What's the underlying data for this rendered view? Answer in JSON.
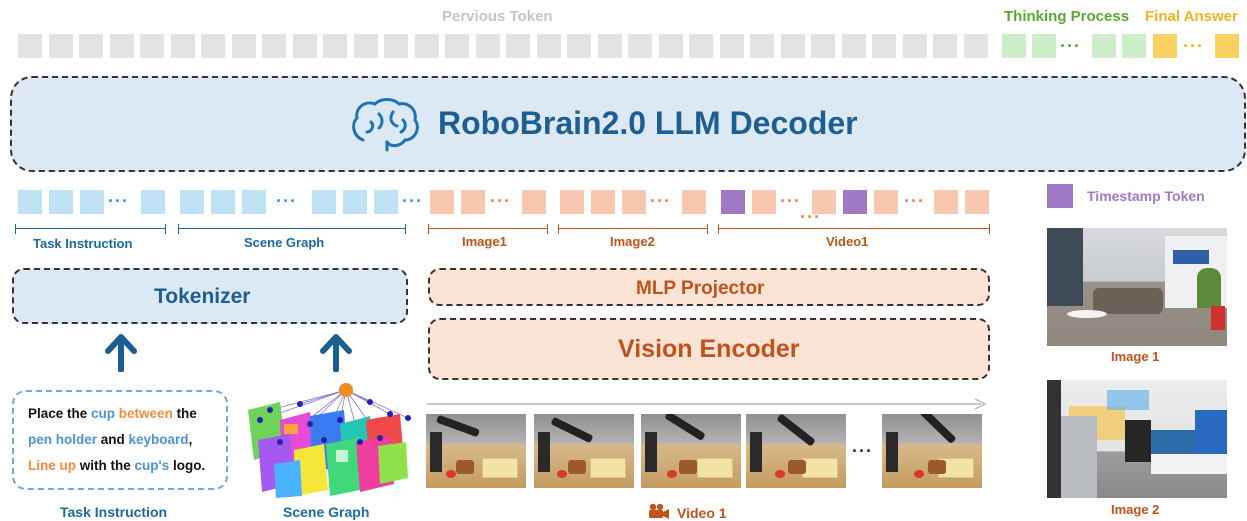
{
  "top": {
    "previous_token_label": "Pervious Token",
    "thinking_label": "Thinking Process",
    "final_label": "Final Answer",
    "colors": {
      "thinking": "#5aa832",
      "final": "#f3b21f",
      "previous": "#c4c4c4"
    }
  },
  "decoder": {
    "title": "RoboBrain2.0 LLM Decoder",
    "icon": "brain-icon",
    "title_color": "#1d5e93",
    "fill": "#dce9f5"
  },
  "token_row": {
    "dots": "···",
    "segments": [
      "Task Instruction",
      "Scene Graph",
      "Image1",
      "Image2",
      "Video1"
    ],
    "colors": {
      "text": "#1b69a0",
      "vision": "#c1521a",
      "timestamp": "#a079c4"
    }
  },
  "legend": {
    "timestamp_label": "Timestamp Token"
  },
  "tokenizer": {
    "label": "Tokenizer"
  },
  "mlp": {
    "label": "MLP Projector"
  },
  "vision_encoder": {
    "label": "Vision Encoder"
  },
  "task_box": {
    "l1_a": "Place the ",
    "l1_b": "cup",
    "l1_c": " between",
    "l1_d": " the",
    "l2_a": "pen holder",
    "l2_b": " and ",
    "l2_c": "keyboard",
    "l2_d": ",",
    "l3_a": "Line up",
    "l3_b": " with the ",
    "l3_c": "cup's",
    "l3_d": " logo."
  },
  "bottom_labels": {
    "task_instruction": "Task Instruction",
    "scene_graph": "Scene Graph",
    "video": "Video 1",
    "video_icon": "video-camera-icon"
  },
  "images": {
    "image1": "Image 1",
    "image2": "Image 2"
  },
  "video_frames_dots": "···"
}
